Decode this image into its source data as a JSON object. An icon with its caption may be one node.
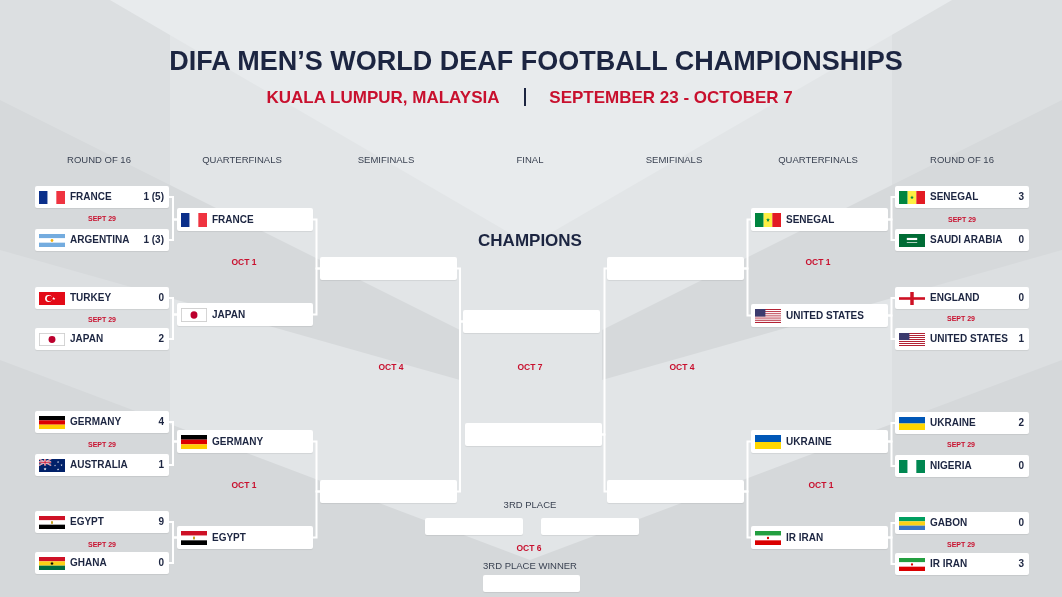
{
  "diagram": {
    "title": "DIFA MEN’S WORLD DEAF FOOTBALL CHAMPIONSHIPS",
    "nodes": [
      {
        "text": [
          "FRANCE",
          "1 (5)"
        ]
      },
      {
        "text": [
          "ARGENTINA",
          "1 (3)"
        ]
      },
      {
        "text": [
          "TURKEY",
          "0"
        ]
      },
      {
        "text": [
          "JAPAN",
          "2"
        ]
      },
      {
        "text": [
          "GERMANY",
          "4"
        ]
      },
      {
        "text": [
          "AUSTRALIA",
          "1"
        ]
      },
      {
        "text": [
          "EGYPT",
          "9"
        ]
      },
      {
        "text": [
          "GHANA",
          "0"
        ]
      },
      {
        "text": [
          "FRANCE"
        ]
      },
      {
        "text": [
          "JAPAN"
        ]
      },
      {
        "text": [
          "GERMANY"
        ]
      },
      {
        "text": [
          "EGYPT"
        ]
      },
      {
        "text": [],
        "shape": "box"
      },
      {
        "text": [],
        "shape": "box"
      },
      {
        "text": [],
        "shape": "box"
      },
      {
        "text": [],
        "shape": "box"
      },
      {
        "text": [],
        "shape": "box"
      },
      {
        "text": [],
        "shape": "box"
      },
      {
        "text": [],
        "shape": "box"
      },
      {
        "text": [],
        "shape": "box"
      },
      {
        "text": [],
        "shape": "box"
      },
      {
        "text": [
          "SENEGAL"
        ]
      },
      {
        "text": [
          "UNITED STATES"
        ]
      },
      {
        "text": [
          "UKRAINE"
        ]
      },
      {
        "text": [
          "IR IRAN"
        ]
      },
      {
        "text": [
          "SENEGAL",
          "3"
        ]
      },
      {
        "text": [
          "SAUDI ARABIA",
          "0"
        ]
      },
      {
        "text": [
          "ENGLAND",
          "0"
        ]
      },
      {
        "text": [
          "UNITED STATES",
          "1"
        ]
      },
      {
        "text": [
          "UKRAINE",
          "2"
        ]
      },
      {
        "text": [
          "NIGERIA",
          "0"
        ]
      },
      {
        "text": [
          "GABON",
          "0"
        ]
      },
      {
        "text": [
          "IR IRAN",
          "3"
        ]
      }
    ],
    "edges": [
      {
        "from": 0,
        "to": 8,
        "arrow": "none"
      },
      {
        "from": 1,
        "to": 8,
        "arrow": "none"
      },
      {
        "from": 2,
        "to": 9,
        "arrow": "none"
      },
      {
        "from": 3,
        "to": 9,
        "arrow": "none"
      },
      {
        "from": 4,
        "to": 10,
        "arrow": "none"
      },
      {
        "from": 5,
        "to": 10,
        "arrow": "none"
      },
      {
        "from": 6,
        "to": 11,
        "arrow": "none"
      },
      {
        "from": 7,
        "to": 11,
        "arrow": "none"
      },
      {
        "from": 8,
        "to": 12,
        "arrow": "none"
      },
      {
        "from": 9,
        "to": 12,
        "arrow": "none"
      },
      {
        "from": 10,
        "to": 13,
        "arrow": "none"
      },
      {
        "from": 11,
        "to": 13,
        "arrow": "none"
      },
      {
        "from": 12,
        "to": 14,
        "arrow": "none"
      },
      {
        "from": 13,
        "to": 14,
        "arrow": "none"
      },
      {
        "from": 19,
        "to": 15,
        "arrow": "none"
      },
      {
        "from": 20,
        "to": 15,
        "arrow": "none"
      },
      {
        "from": 21,
        "to": 19,
        "arrow": "none"
      },
      {
        "from": 22,
        "to": 19,
        "arrow": "none"
      },
      {
        "from": 23,
        "to": 20,
        "arrow": "none"
      },
      {
        "from": 24,
        "to": 20,
        "arrow": "none"
      },
      {
        "from": 25,
        "to": 21,
        "arrow": "none"
      },
      {
        "from": 26,
        "to": 21,
        "arrow": "none"
      },
      {
        "from": 27,
        "to": 22,
        "arrow": "none"
      },
      {
        "from": 28,
        "to": 22,
        "arrow": "none"
      },
      {
        "from": 29,
        "to": 23,
        "arrow": "none"
      },
      {
        "from": 30,
        "to": 23,
        "arrow": "none"
      },
      {
        "from": 31,
        "to": 24,
        "arrow": "none"
      },
      {
        "from": 32,
        "to": 24,
        "arrow": "none"
      }
    ],
    "labels": [
      "KUALA LUMPUR, MALAYSIA",
      "SEPTEMBER 23 - OCTOBER 7",
      "ROUND OF 16",
      "QUARTERFINALS",
      "SEMIFINALS",
      "FINAL",
      "SEMIFINALS",
      "QUARTERFINALS",
      "ROUND OF 16",
      "SEPT 29",
      "SEPT 29",
      "CHAMPIONS",
      "OCT 1",
      "OCT 1",
      "SEPT 29",
      "SEPT 29",
      "OCT 4",
      "OCT 7",
      "OCT 4",
      "SEPT 29",
      "SEPT 29",
      "OCT 1",
      "OCT 1",
      "3RD PLACE",
      "SEPT 29",
      "OCT 6",
      "SEPT 29",
      "3RD PLACE WINNER"
    ]
  }
}
